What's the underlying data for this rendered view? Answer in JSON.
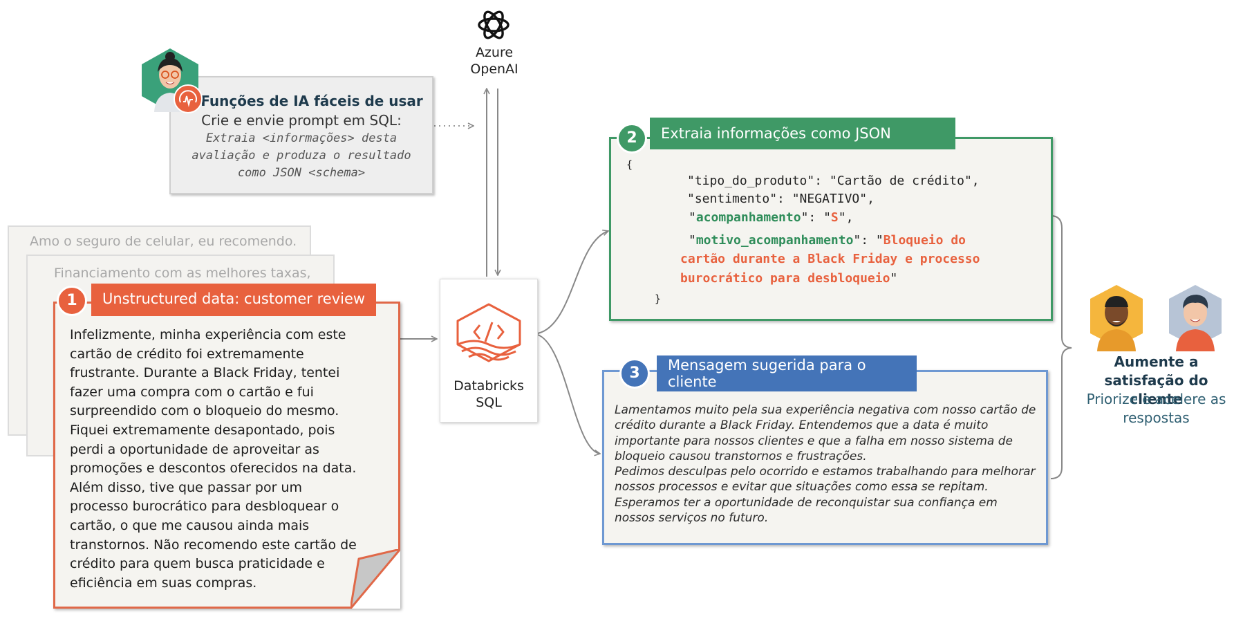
{
  "ai_functions": {
    "title": "Funções de IA fáceis de usar",
    "subtitle": "Crie e envie prompt em SQL:",
    "prompt_code": "Extraia <informações> desta avaliação e produza o resultado como JSON <schema>"
  },
  "background_reviews": [
    "Amo o seguro de celular, eu recomendo.",
    "Financiamento com as melhores taxas,"
  ],
  "review": {
    "number": "1",
    "title": "Unstructured data: customer review",
    "text": "Infelizmente, minha experiência com este cartão de crédito foi extremamente frustrante. Durante a Black Friday, tentei fazer uma compra com o cartão e fui surpreendido com o bloqueio do mesmo. Fiquei extremamente desapontado, pois perdi a oportunidade de aproveitar as promoções e descontos oferecidos na data. Além disso, tive que passar por um processo burocrático para desbloquear o cartão, o que me causou ainda mais transtornos. Não recomendo este cartão de crédito para quem busca praticidade e eficiência em suas compras."
  },
  "databricks": {
    "label_line1": "Databricks",
    "label_line2": "SQL"
  },
  "azure": {
    "label_line1": "Azure",
    "label_line2": "OpenAI"
  },
  "json_output": {
    "number": "2",
    "title": "Extraia informações como JSON",
    "open_brace": "{",
    "line1": "\"tipo_do_produto\": \"Cartão de crédito\",",
    "line2": "\"sentimento\": \"NEGATIVO\",",
    "key3": "acompanhamento",
    "val3": "S",
    "key4": "motivo_acompanhamento",
    "val4_line1": "Bloqueio do",
    "val4_line2": "cartão durante a Black Friday e processo",
    "val4_line3": "burocrático para desbloqueio",
    "close_brace": "}"
  },
  "message": {
    "number": "3",
    "title": "Mensagem sugerida para o cliente",
    "paragraph1": "Lamentamos muito pela sua experiência negativa com nosso cartão de crédito durante a Black Friday. Entendemos que a data é muito importante para nossos clientes e que a falha em nosso sistema de bloqueio causou transtornos e frustrações.",
    "paragraph2": "Pedimos desculpas pelo ocorrido e estamos trabalhando para melhorar nossos processos e evitar que situações como essa se repitam. Esperamos ter a oportunidade de reconquistar sua confiança em nossos serviços no futuro."
  },
  "outcome": {
    "title": "Aumente a satisfação do cliente",
    "subtitle": "Priorize e acelere as respostas"
  },
  "colors": {
    "orange": "#e8613e",
    "green": "#3f9966",
    "blue": "#4474b8",
    "navy": "#1e3a4c"
  },
  "icons": [
    "openai-logo-icon",
    "databricks-sql-icon",
    "woman-avatar-icon",
    "pulse-badge-icon",
    "customer-avatar-icon"
  ]
}
